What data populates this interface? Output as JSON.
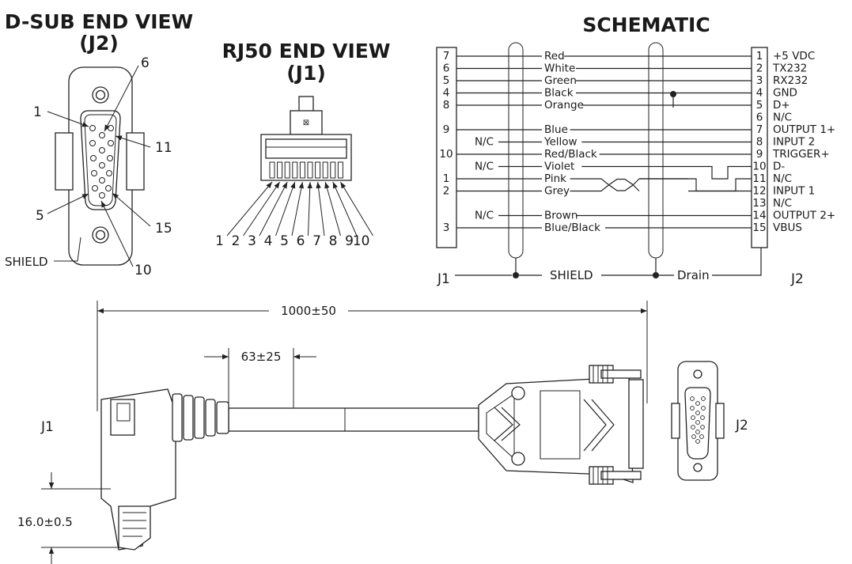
{
  "titles": {
    "dsub_line1": "D-SUB END VIEW",
    "dsub_line2": "(J2)",
    "rj50_line1": "RJ50 END VIEW",
    "rj50_line2": "(J1)",
    "schematic": "SCHEMATIC"
  },
  "dsub_callouts": {
    "p1": "1",
    "p6": "6",
    "p11": "11",
    "p5": "5",
    "p15": "15",
    "p10": "10",
    "shield": "SHIELD"
  },
  "rj50_pins": [
    "1",
    "2",
    "3",
    "4",
    "5",
    "6",
    "7",
    "8",
    "9",
    "10"
  ],
  "schematic": {
    "j1_label": "J1",
    "j2_label": "J2",
    "shield_label": "SHIELD",
    "drain_label": "Drain",
    "rows": [
      {
        "j1": "7",
        "nc": "",
        "color": "Red",
        "j2": "1",
        "signal": "+5 VDC"
      },
      {
        "j1": "6",
        "nc": "",
        "color": "White",
        "j2": "2",
        "signal": "TX232"
      },
      {
        "j1": "5",
        "nc": "",
        "color": "Green",
        "j2": "3",
        "signal": "RX232"
      },
      {
        "j1": "4",
        "nc": "",
        "color": "Black",
        "j2": "4",
        "signal": "GND"
      },
      {
        "j1": "8",
        "nc": "",
        "color": "Orange",
        "j2": "5",
        "signal": "D+"
      },
      {
        "j1": "",
        "nc": "",
        "color": "",
        "j2": "6",
        "signal": "N/C"
      },
      {
        "j1": "9",
        "nc": "",
        "color": "Blue",
        "j2": "7",
        "signal": "OUTPUT 1+"
      },
      {
        "j1": "",
        "nc": "N/C",
        "color": "Yellow",
        "j2": "8",
        "signal": "INPUT 2"
      },
      {
        "j1": "10",
        "nc": "",
        "color": "Red/Black",
        "j2": "9",
        "signal": "TRIGGER+"
      },
      {
        "j1": "",
        "nc": "N/C",
        "color": "Violet",
        "j2": "10",
        "signal": "D-"
      },
      {
        "j1": "1",
        "nc": "",
        "color": "Pink",
        "j2": "11",
        "signal": "N/C"
      },
      {
        "j1": "2",
        "nc": "",
        "color": "Grey",
        "j2": "12",
        "signal": "INPUT 1"
      },
      {
        "j1": "",
        "nc": "",
        "color": "",
        "j2": "13",
        "signal": "N/C"
      },
      {
        "j1": "",
        "nc": "N/C",
        "color": "Brown",
        "j2": "14",
        "signal": "OUTPUT 2+"
      },
      {
        "j1": "3",
        "nc": "",
        "color": "Blue/Black",
        "j2": "15",
        "signal": "VBUS"
      }
    ]
  },
  "dimensions": {
    "length": "1000±50",
    "strip": "63±25",
    "height": "16.0±0.5"
  },
  "side_view": {
    "j1_label": "J1",
    "j2_label": "J2"
  }
}
